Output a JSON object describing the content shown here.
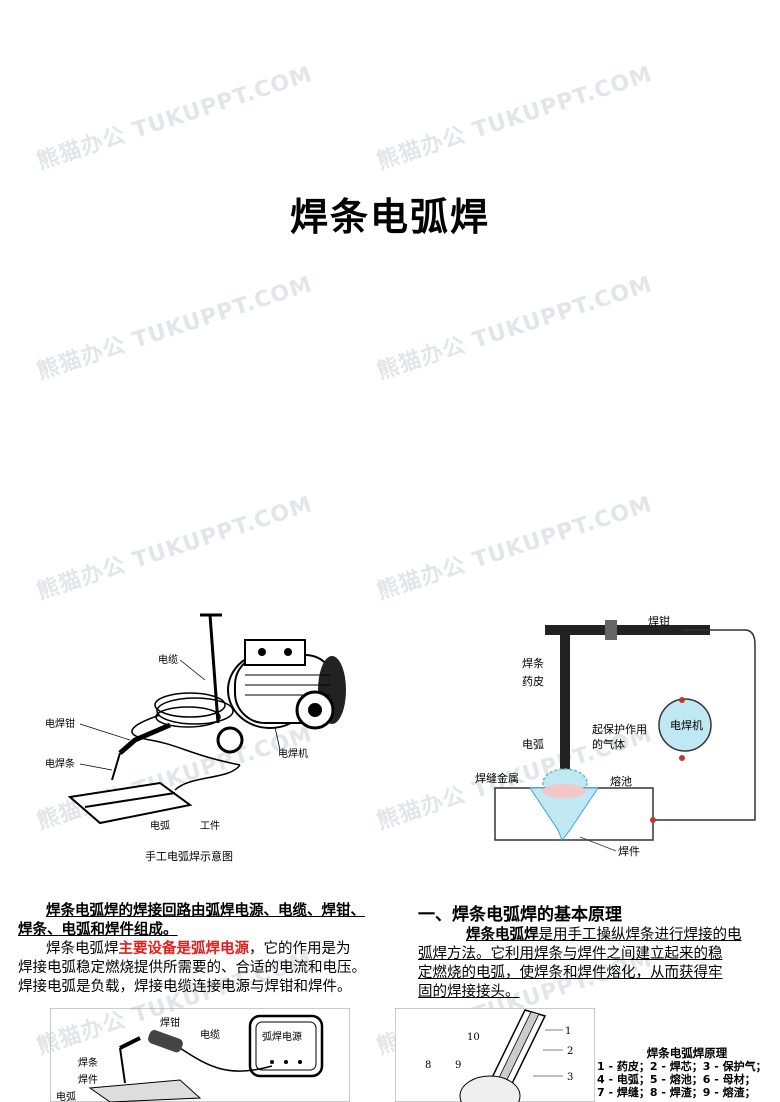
{
  "watermark": "熊猫办公 TUKUPPT.COM",
  "title": "焊条电弧焊",
  "fig1": {
    "labels": {
      "cable": "电缆",
      "holder": "电焊钳",
      "rod": "电焊条",
      "arc": "电弧",
      "workpiece": "工件",
      "machine": "电焊机"
    },
    "caption": "手工电弧焊示意图"
  },
  "fig2": {
    "labels": {
      "holder": "焊钳",
      "rod": "焊条",
      "coating": "药皮",
      "gas": "起保护作用",
      "gas2": "的气体",
      "arc": "电弧",
      "machine": "电焊机",
      "weld_metal": "焊缝金属",
      "pool": "熔池",
      "workpiece": "焊件"
    }
  },
  "left_text": {
    "line1": "焊条电弧焊的焊接回路由弧焊电源、电缆、焊钳、",
    "line2": "焊条、电弧和焊件组成。",
    "p2_a": "焊条电弧焊",
    "p2_red": "主要设备是弧焊电源",
    "p2_b": "，它的作用是为",
    "p2_line2": "焊接电弧稳定燃烧提供所需要的、合适的电流和电压。",
    "p2_line3": "焊接电弧是负载，焊接电缆连接电源与焊钳和焊件。"
  },
  "right_text": {
    "heading": "一、焊条电弧焊的基本原理",
    "bold": "焊条电弧焊",
    "l1_rest": "是用手工操纵焊条进行焊接的电",
    "l2": "弧焊方法。它利用焊条与焊件之间建立起来的稳",
    "l3": "定燃烧的电弧，使焊条和焊件熔化，从而获得牢",
    "l4": "固的焊接接头。"
  },
  "fig3": {
    "labels": {
      "clamp": "焊钳",
      "wire": "电缆",
      "power": "弧焊电源",
      "rod": "焊条",
      "work": "焊件",
      "arc": "电弧"
    }
  },
  "fig4": {
    "title": "焊条电弧焊原理",
    "legend1": "1 - 药皮；2 - 焊芯；3 - 保护气；",
    "legend2": "4 - 电弧；5 - 熔池；6 - 母材；",
    "legend3": "7 - 焊缝；8 - 焊渣；9 - 熔渣；",
    "nums": [
      "1",
      "2",
      "3",
      "8",
      "9",
      "10"
    ]
  }
}
